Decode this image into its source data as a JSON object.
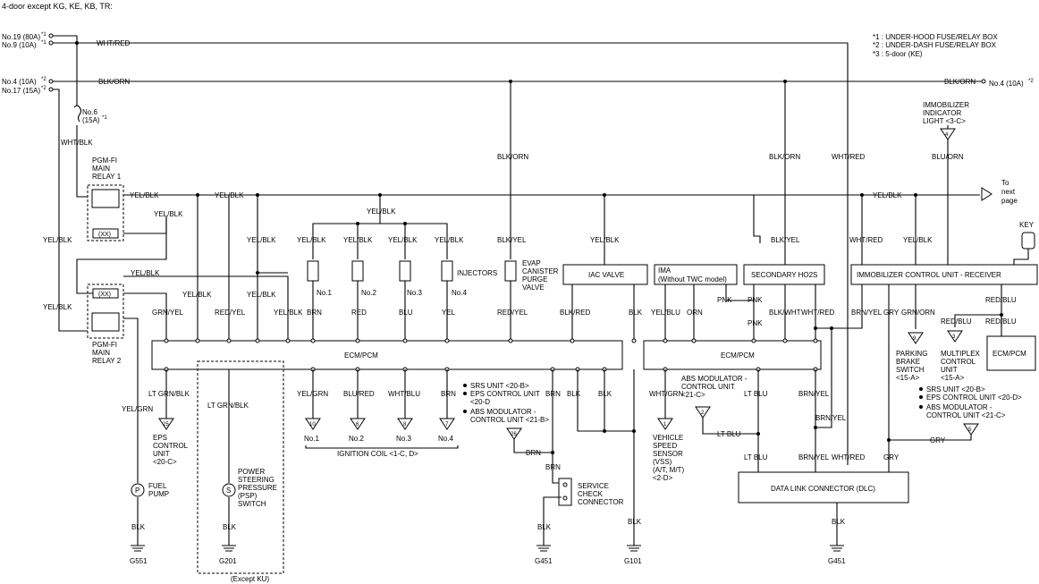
{
  "header": {
    "title": "4-door except KG, KE, KB, TR:"
  },
  "notes": [
    "*1 : UNDER-HOOD FUSE/RELAY BOX",
    "*2 : UNDER-DASH FUSE/RELAY BOX",
    "*3 : 5-door (KE)"
  ],
  "fuses": {
    "f19": "No.19 (80A)",
    "f9": "No.9 (10A)",
    "f4": "No.4 (10A)",
    "f17": "No.17 (15A)",
    "f4r": "No.4 (10A)",
    "f6a": "No.6",
    "f6b": "(15A)",
    "m1": "*1",
    "m2": "*2"
  },
  "wires": {
    "wht_red": "WHT/RED",
    "blk_orn": "BLK/ORN",
    "wht_blk": "WHT/BLK",
    "yel_blk": "YEL/BLK",
    "yel_grn": "YEL/GRN",
    "grn_yel": "GRN/YEL",
    "red_yel": "RED/YEL",
    "brn": "BRN",
    "red": "RED",
    "blu": "BLU",
    "yel": "YEL",
    "blk_red": "BLK/RED",
    "blk": "BLK",
    "blk_yel": "BLK/YEL",
    "yel_blu": "YEL/BLU",
    "orn": "ORN",
    "pnk": "PNK",
    "blk_wht": "BLK/WHT",
    "wht_red2": "WHT/RED",
    "brn_yel": "BRN/YEL",
    "gry": "GRY",
    "grn_orn": "GRN/ORN",
    "red_blu": "RED/BLU",
    "blu_orn": "BLU/ORN",
    "lt_grn_blk": "LT GRN/BLK",
    "yel_grn2": "YEL/GRN",
    "blu_red": "BLU/RED",
    "wht_blu": "WHT/BLU",
    "wht_grn": "WHT/GRN",
    "lt_blu": "LT BLU"
  },
  "components": {
    "relay1": [
      "PGM-FI",
      "MAIN",
      "RELAY 1"
    ],
    "relay2": [
      "PGM-FI",
      "MAIN",
      "RELAY 2"
    ],
    "injectors": "INJECTORS",
    "inj": [
      "No.1",
      "No.2",
      "No.3",
      "No.4"
    ],
    "evap": [
      "EVAP",
      "CANISTER",
      "PURGE",
      "VALVE"
    ],
    "iac": "IAC VALVE",
    "ima": [
      "IMA",
      "(Without TWC model)"
    ],
    "ho2s": "SECONDARY HO2S",
    "immob": "IMMOBILIZER CONTROL UNIT - RECEIVER",
    "immob_light": [
      "IMMOBILIZER",
      "INDICATOR",
      "LIGHT <3-C>"
    ],
    "to_next": [
      "To",
      "next",
      "page"
    ],
    "key": "KEY",
    "ecm": "ECM/PCM",
    "eps": [
      "EPS",
      "CONTROL",
      "UNIT",
      "<20-C>"
    ],
    "fuel_pump": [
      "FUEL",
      "PUMP"
    ],
    "psp": [
      "POWER",
      "STEERING",
      "PRESSURE",
      "(PSP)",
      "SWITCH"
    ],
    "ignition": "IGNITION COIL <1-C, D>",
    "coils": [
      "No.1",
      "No.2",
      "No.3",
      "No.4"
    ],
    "srs_list": [
      "SRS UNIT <20-B>",
      "EPS CONTROL UNIT",
      "<20-D",
      "ABS MODULATOR -",
      "CONTROL UNIT <21-B>"
    ],
    "service": [
      "SERVICE",
      "CHECK",
      "CONNECTOR"
    ],
    "vss": [
      "VEHICLE",
      "SPEED",
      "SENSOR",
      "(VSS)",
      "(A/T, M/T)",
      "<2-D>"
    ],
    "abs_mod": [
      "ABS MODULATOR -",
      "CONTROL UNIT",
      "<21-C>"
    ],
    "dlc": "DATA LINK CONNECTOR (DLC)",
    "parking": [
      "PARKING",
      "BRAKE",
      "SWITCH",
      "<15-A>"
    ],
    "multiplex": [
      "MULTIPLEX",
      "CONTROL",
      "UNIT",
      "<15-A>"
    ],
    "right_list": [
      "SRS UNIT <20-B>",
      "EPS CONTROL UNIT <20-D>",
      "ABS MODULATOR -",
      "CONTROL UNIT <21-C>"
    ],
    "except_ku": "(Except KU)"
  },
  "grounds": [
    "G551",
    "G201",
    "G451",
    "G101",
    "G451"
  ],
  "connectors": {
    "c25": "25",
    "c26": "26",
    "c9": "9",
    "c3": "3",
    "c4": "4",
    "c10": "10",
    "c6": "6",
    "c8": "8",
    "c7": "7",
    "c1": "1",
    "c2": "2",
    "c5": "5"
  },
  "symbols": {
    "p": "P",
    "s": "S"
  }
}
